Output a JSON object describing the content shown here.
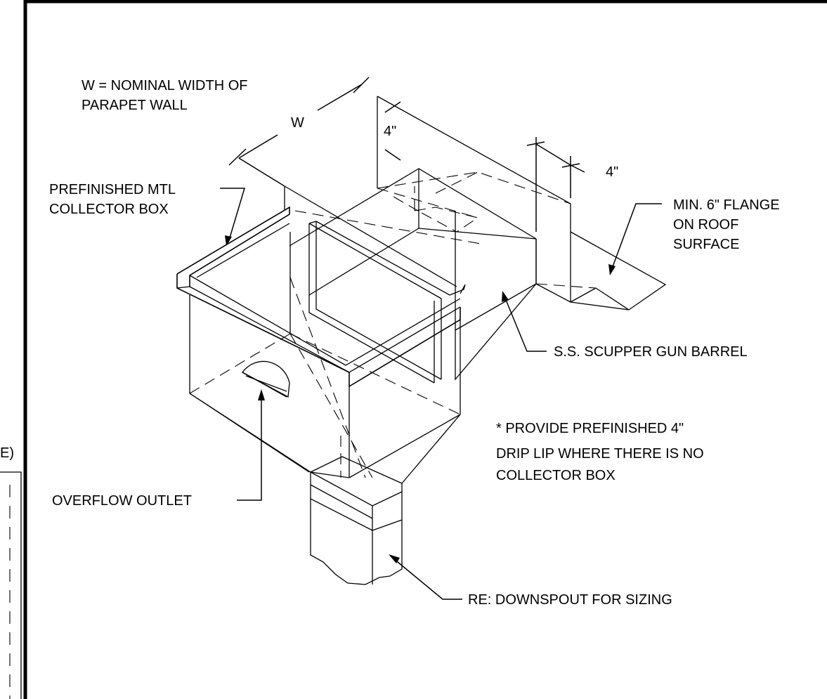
{
  "labels": {
    "width_note_line1": "W = NOMINAL WIDTH OF",
    "width_note_line2": "PARAPET WALL",
    "dim_w": "W",
    "dim_4_vertical": "4\"",
    "dim_4_horizontal": "4\"",
    "collector_line1": "PREFINISHED MTL",
    "collector_line2": "COLLECTOR BOX",
    "flange_line1": "MIN. 6\" FLANGE",
    "flange_line2": "ON ROOF",
    "flange_line3": "SURFACE",
    "gun_barrel": "S.S. SCUPPER GUN BARREL",
    "drip_line1": "* PROVIDE PREFINISHED 4\"",
    "drip_line2": "DRIP LIP WHERE THERE IS NO",
    "drip_line3": "COLLECTOR BOX",
    "overflow": "OVERFLOW OUTLET",
    "downspout": "RE: DOWNSPOUT FOR SIZING",
    "edge_fragment": "E)"
  }
}
